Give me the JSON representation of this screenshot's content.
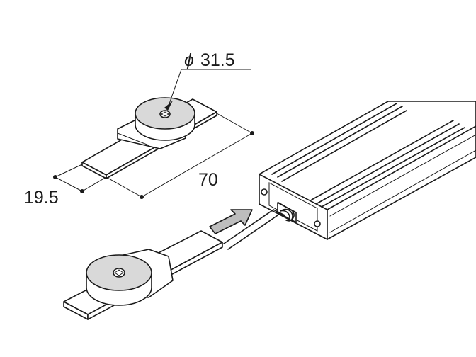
{
  "dimensions": {
    "diameter_symbol": "ϕ",
    "diameter_value": "31.5",
    "length": "70",
    "width": "19.5"
  }
}
